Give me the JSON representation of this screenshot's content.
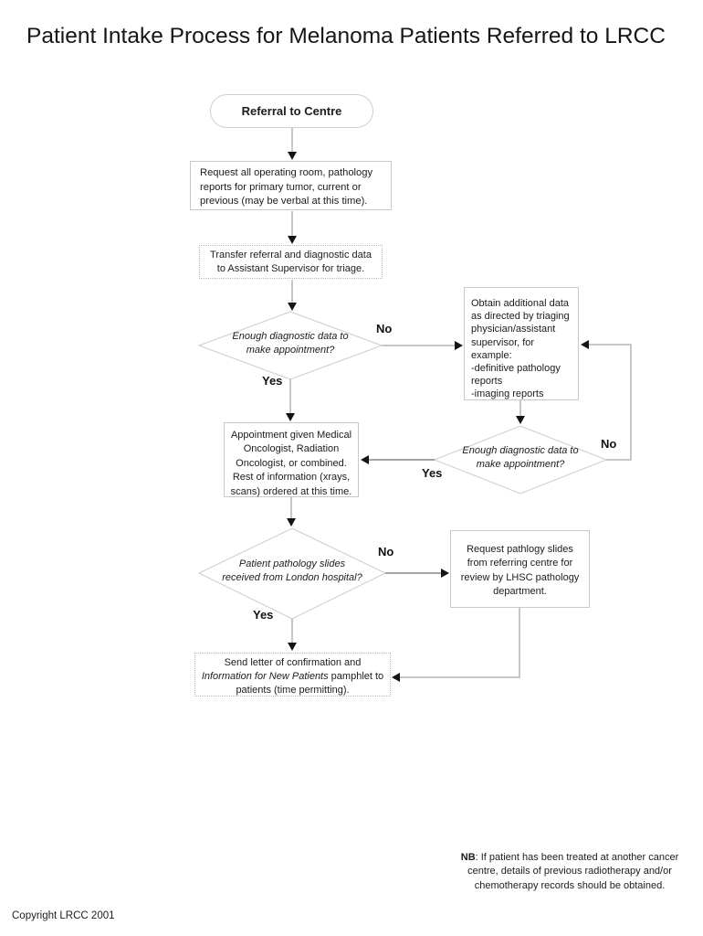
{
  "page": {
    "title": "Patient Intake Process for Melanoma Patients Referred to LRCC",
    "copyright": "Copyright LRCC 2001"
  },
  "flowchart": {
    "start_label": "Referral to Centre",
    "nodes": {
      "request_reports": "Request all operating room, pathology\nreports for primary tumor, current or\nprevious (may be verbal at this time).",
      "transfer_referral": "Transfer referral and diagnostic data\nto Assistant Supervisor for triage.",
      "enough_data_1": "Enough diagnostic data to\nmake appointment?",
      "obtain_additional": "Obtain additional data\nas directed by triaging\nphysician/assistant\nsupervisor, for\nexample:\n-definitive pathology\n reports\n-imaging reports",
      "enough_data_2": "Enough diagnostic data to\nmake appointment?",
      "appointment_given": "Appointment given Medical\nOncologist, Radiation\nOncologist, or combined.\nRest of information (xrays,\nscans) ordered at this time.",
      "slides_received": "Patient pathology slides\nreceived from London hospital?",
      "request_slides": "Request pathlogy slides\nfrom referring centre for\nreview by LHSC pathology\ndepartment.",
      "send_letter": {
        "line1": "Send letter of confirmation and",
        "italic": "Information for New Patients",
        "line2_rest": " pamphlet to",
        "line3": "patients (time permitting)."
      }
    },
    "labels": {
      "yes": "Yes",
      "no": "No"
    }
  },
  "note": {
    "prefix": "NB",
    "body": ": If patient has been treated at another cancer centre, details of previous radiotherapy and/or chemotherapy records should be obtained."
  },
  "colors": {
    "line": "#8f8f8f",
    "line_dark": "#4a4a4a",
    "shape_border": "#cccccc",
    "arrowhead": "#141414"
  }
}
